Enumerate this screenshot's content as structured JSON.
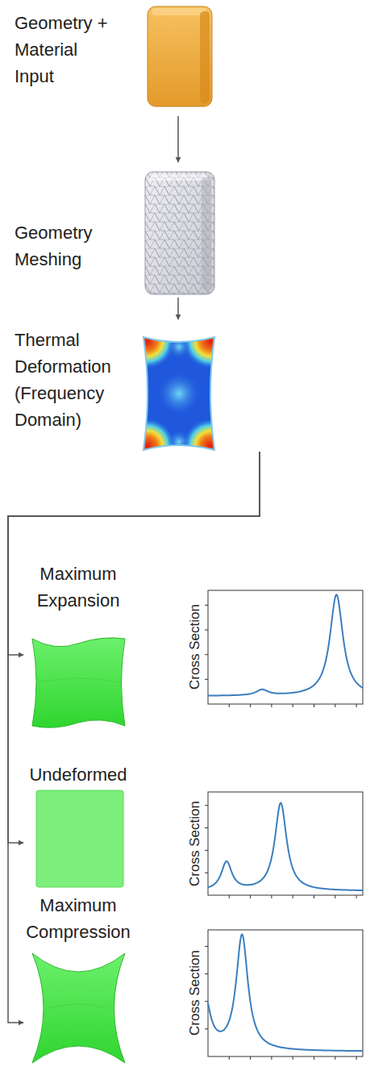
{
  "diagram": {
    "nodes": [
      {
        "text": [
          "Geometry + Material Input"
        ]
      },
      {
        "text": [
          "Geometry Meshing"
        ]
      },
      {
        "text": [
          "Thermal Deformation (Frequency Domain)"
        ]
      },
      {
        "text": [
          "Maximum Expansion"
        ]
      },
      {
        "text": [
          "Undeformed"
        ]
      },
      {
        "text": [
          "Maximum Compression"
        ]
      }
    ],
    "edges": [
      {
        "from": 0,
        "to": 1,
        "arrow": "to"
      },
      {
        "from": 1,
        "to": 2,
        "arrow": "to"
      },
      {
        "from": 2,
        "to": 3,
        "arrow": "to"
      },
      {
        "from": 2,
        "to": 4,
        "arrow": "to"
      },
      {
        "from": 2,
        "to": 5,
        "arrow": "to"
      }
    ],
    "labels": [
      "Cross Section",
      "Cross Section",
      "Cross Section"
    ]
  }
}
